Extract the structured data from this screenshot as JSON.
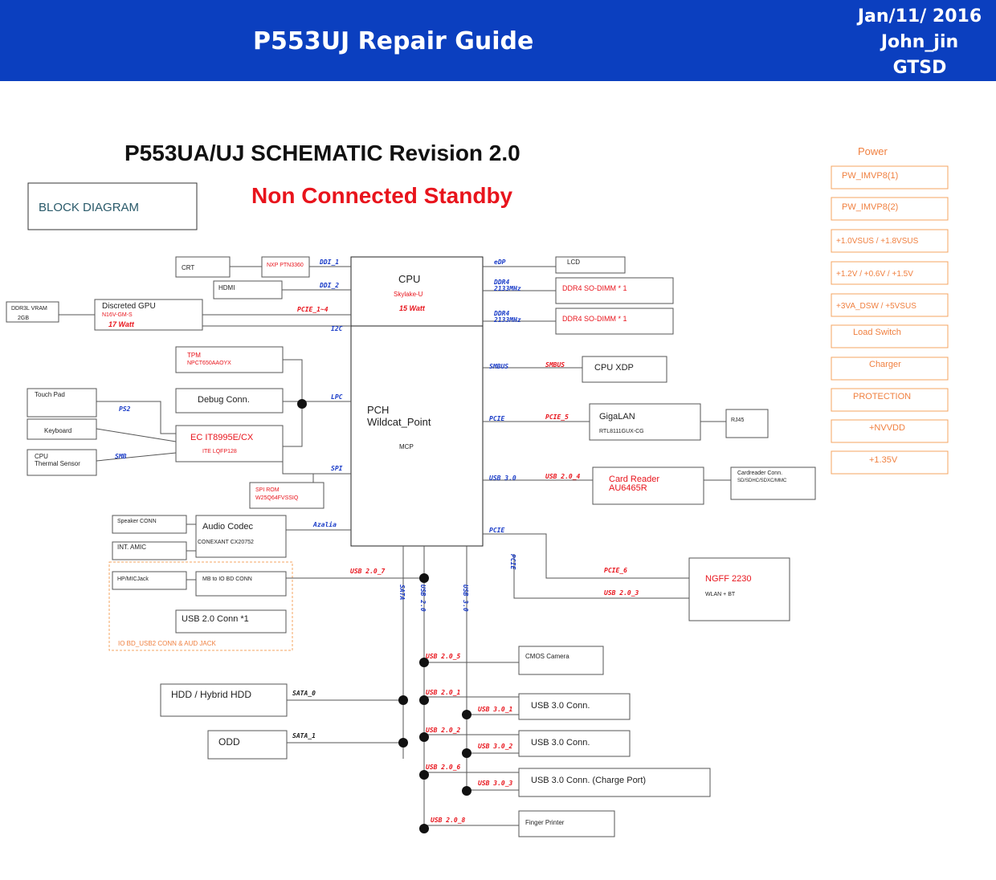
{
  "header": {
    "title": "P553UJ Repair Guide",
    "date": "Jan/11/ 2016",
    "author": "John_jin",
    "dept": "GTSD"
  },
  "schematic": {
    "title": "P553UA/UJ SCHEMATIC Revision 2.0",
    "subtitle": "Non Connected Standby",
    "block_diagram_label": "BLOCK DIAGRAM"
  },
  "power": {
    "title": "Power",
    "items": [
      "PW_IMVP8(1)",
      "PW_IMVP8(2)",
      "+1.0VSUS / +1.8VSUS",
      "+1.2V / +0.6V / +1.5V",
      "+3VA_DSW / +5VSUS",
      "Load Switch",
      "Charger",
      "PROTECTION",
      "+NVVDD",
      "+1.35V"
    ]
  },
  "blocks": {
    "cpu": "CPU",
    "cpu_sub": "Skylake-U",
    "cpu_watt": "15 Watt",
    "pch": "PCH",
    "pch2": "Wildcat_Point",
    "pch_sub": "MCP",
    "crt": "CRT",
    "nxp": "NXP PTN3360",
    "hdmi": "HDMI",
    "dgpu": "Discreted GPU",
    "dgpu_sub": "N16V-GM-S",
    "dgpu_watt": "17 Watt",
    "vram": "DDR3L VRAM",
    "vram2": "2GB",
    "tpm": "TPM",
    "tpm_sub": "NPCT650AAOYX",
    "debug": "Debug Conn.",
    "touchpad": "Touch Pad",
    "keyboard": "Keyboard",
    "thermal": "CPU",
    "thermal2": "Thermal Sensor",
    "ec": "EC IT8995E/CX",
    "ec_sub": "ITE LQFP128",
    "spirom": "SPI ROM",
    "spirom_sub": "W25Q64FVSSIQ",
    "speaker": "Speaker CONN",
    "intamic": "INT. AMIC",
    "audio": "Audio Codec",
    "audio_sub": "CONEXANT CX20752",
    "hpmic": "HP/MICJack",
    "mboard": "MB to IO BD CONN",
    "usb20": "USB 2.0 Conn *1",
    "iobd": "IO BD_USB2 CONN & AUD JACK",
    "lcd": "LCD",
    "ddr1": "DDR4 SO-DIMM * 1",
    "ddr2": "DDR4 SO-DIMM * 1",
    "xdp": "CPU XDP",
    "lan": "GigaLAN",
    "lan_sub": "RTL8111GUX-CG",
    "rj45": "RJ45",
    "cardreader": "Card Reader",
    "cardreader2": "AU6465R",
    "cardconn": "Cardreader Conn.",
    "cardconn_sub": "SD/SDHC/SDXC/MMC",
    "ngff": "NGFF 2230",
    "ngff_sub": "WLAN + BT",
    "camera": "CMOS Camera",
    "hdd": "HDD / Hybrid HDD",
    "odd": "ODD",
    "usb30a": "USB 3.0 Conn.",
    "usb30b": "USB 3.0 Conn.",
    "usb30c": "USB 3.0 Conn. (Charge Port)",
    "finger": "Finger Printer"
  },
  "signals": {
    "ddi1": "DDI_1",
    "ddi2": "DDI_2",
    "pcie14": "PCIE_1~4",
    "i2c": "I2C",
    "lpc": "LPC",
    "ps2": "PS2",
    "smb": "SMB",
    "spi": "SPI",
    "azalia": "Azalia",
    "edp": "eDP",
    "ddr4": "DDR4",
    "ddr4b": "2133MHz",
    "ddr4c": "DDR4",
    "ddr4d": "2133MHz",
    "smbus": "SMBUS",
    "smbus2": "SMBUS",
    "pcie": "PCIE",
    "pcie5": "PCIE_5",
    "usb30": "USB 3.0",
    "usb204": "USB 2.0_4",
    "pcie_b": "PCIE",
    "pcie6": "PCIE_6",
    "usb203": "USB 2.0_3",
    "usb207": "USB 2.0_7",
    "usb205": "USB 2.0_5",
    "usb201": "USB 2.0_1",
    "usb301": "USB 3.0_1",
    "usb202": "USB 2.0_2",
    "usb302": "USB 3.0_2",
    "usb206": "USB 2.0_6",
    "usb303": "USB 3.0_3",
    "usb208": "USB 2.0_8",
    "sata0": "SATA_0",
    "sata1": "SATA_1",
    "v_sata": "SATA",
    "v_usb20": "USB 2.0",
    "v_usb30": "USB 3.0",
    "v_pcie": "PCIE"
  }
}
